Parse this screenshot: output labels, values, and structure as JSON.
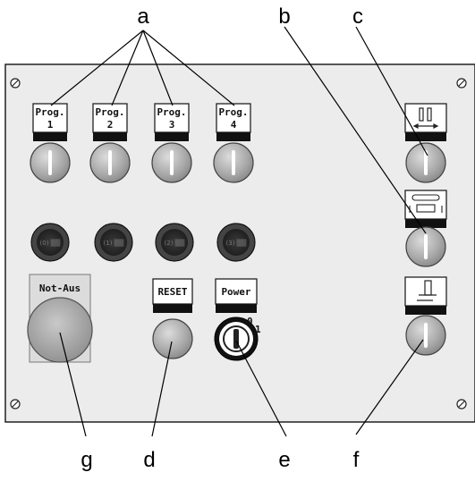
{
  "callouts": {
    "a": "a",
    "b": "b",
    "c": "c",
    "d": "d",
    "e": "e",
    "f": "f",
    "g": "g"
  },
  "programs": [
    {
      "line1": "Prog.",
      "line2": "1"
    },
    {
      "line1": "Prog.",
      "line2": "2"
    },
    {
      "line1": "Prog.",
      "line2": "3"
    },
    {
      "line1": "Prog.",
      "line2": "4"
    }
  ],
  "lamps": [
    "(0) ▒▒",
    "(1) ▒▒",
    "(2) ▒▒",
    "(3) ▒▒"
  ],
  "emergency_label": "Not-Aus",
  "reset_label": "RESET",
  "power_label": "Power",
  "key_switch_marks": {
    "off": "0",
    "on": "1"
  },
  "icons": {
    "c": "axis-horizontal-icon",
    "b": "conveyor-vertical-icon",
    "f": "lift-icon"
  },
  "colors": {
    "panel": "#ececec",
    "knob": "#b0b0b0",
    "lamp": "#2b2b2b"
  }
}
